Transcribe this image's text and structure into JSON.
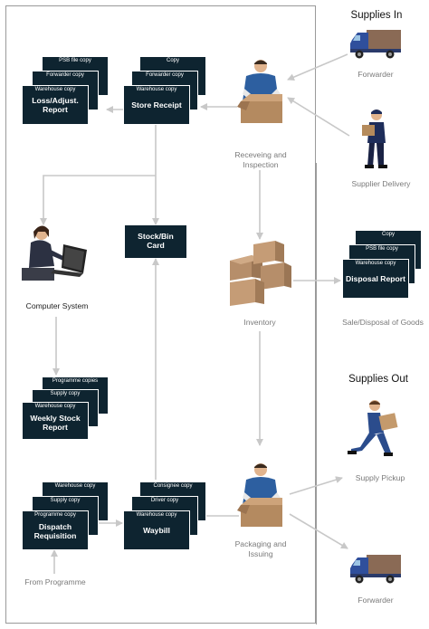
{
  "colors": {
    "doc_fill": "#0e2430",
    "arrow": "#c8c8c8",
    "frame": "#9a9a9a",
    "grey_text": "#7a7a7a"
  },
  "headings": {
    "supplies_in": "Supplies In",
    "supplies_out": "Supplies Out"
  },
  "labels": {
    "forwarder_top": "Forwarder",
    "supplier_delivery": "Supplier Delivery",
    "receiving": "Receveing and Inspection",
    "inventory": "Inventory",
    "sale_disposal": "Sale/Disposal of Goods",
    "computer_system": "Computer System",
    "supply_pickup": "Supply Pickup",
    "packaging": "Packaging and Issuing",
    "forwarder_bottom": "Forwarder",
    "from_programme": "From Programme"
  },
  "documents": {
    "loss_adjust": {
      "copies": [
        "PSB file copy",
        "Forwarder copy",
        "Warehouse copy"
      ],
      "title": "Loss/Adjust. Report"
    },
    "store_receipt": {
      "copies": [
        "Copy",
        "Forwarder copy",
        "Warehouse copy"
      ],
      "title": "Store Receipt"
    },
    "stock_bin": {
      "title": "Stock/Bin Card"
    },
    "disposal": {
      "copies": [
        "Copy",
        "PSB file copy",
        "Warehouse copy"
      ],
      "title": "Disposal Report"
    },
    "weekly_stock": {
      "copies": [
        "Programme copies",
        "Supply copy",
        "Warehouse copy"
      ],
      "title": "Weekly Stock Report"
    },
    "dispatch": {
      "copies": [
        "Warehouse copy",
        "Supply copy",
        "Programme copy"
      ],
      "title": "Dispatch Requisition"
    },
    "waybill": {
      "copies": [
        "Consignee copy",
        "Driver copy",
        "Warehouse copy"
      ],
      "title": "Waybill"
    }
  },
  "icons": [
    "truck-icon",
    "courier-icon",
    "worker-box-icon",
    "boxes-icon",
    "operator-computer-icon",
    "running-courier-icon"
  ]
}
